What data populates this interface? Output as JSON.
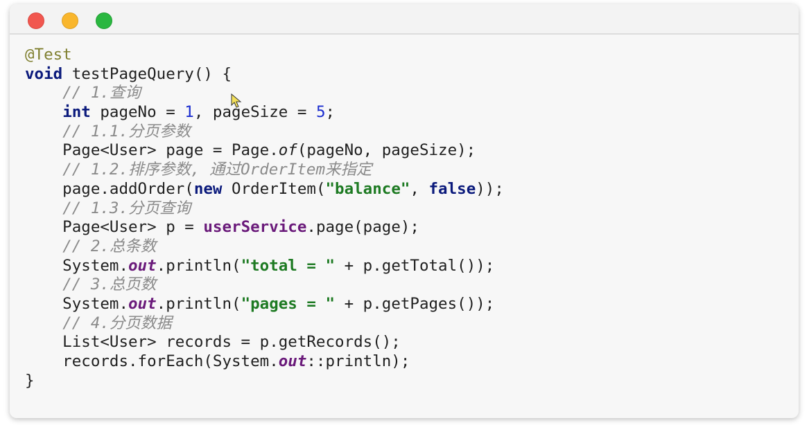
{
  "window": {
    "controls": [
      "close",
      "minimize",
      "maximize"
    ]
  },
  "colors": {
    "keyword": "#0b1a7c",
    "string": "#1d7a22",
    "comment": "#8a8a8a",
    "number": "#1a2ccf",
    "annotation": "#808030",
    "field": "#6a1a7a"
  },
  "code": {
    "lines": [
      [
        {
          "t": "@Test",
          "c": "ann"
        }
      ],
      [
        {
          "t": "void",
          "c": "kw"
        },
        {
          "t": " testPageQuery() {",
          "c": ""
        }
      ],
      [
        {
          "t": "    ",
          "c": ""
        },
        {
          "t": "// 1.查询",
          "c": "cm"
        }
      ],
      [
        {
          "t": "    ",
          "c": ""
        },
        {
          "t": "int",
          "c": "kw"
        },
        {
          "t": " pageNo = ",
          "c": ""
        },
        {
          "t": "1",
          "c": "num"
        },
        {
          "t": ", pageSize = ",
          "c": ""
        },
        {
          "t": "5",
          "c": "num"
        },
        {
          "t": ";",
          "c": ""
        }
      ],
      [
        {
          "t": "    ",
          "c": ""
        },
        {
          "t": "// 1.1.分页参数",
          "c": "cm"
        }
      ],
      [
        {
          "t": "    Page<User> page = Page.",
          "c": ""
        },
        {
          "t": "of",
          "c": "it"
        },
        {
          "t": "(pageNo, pageSize);",
          "c": ""
        }
      ],
      [
        {
          "t": "    ",
          "c": ""
        },
        {
          "t": "// 1.2.排序参数, 通过OrderItem来指定",
          "c": "cm"
        }
      ],
      [
        {
          "t": "    page.addOrder(",
          "c": ""
        },
        {
          "t": "new",
          "c": "kw"
        },
        {
          "t": " OrderItem(",
          "c": ""
        },
        {
          "t": "\"balance\"",
          "c": "str"
        },
        {
          "t": ", ",
          "c": ""
        },
        {
          "t": "false",
          "c": "kw"
        },
        {
          "t": "));",
          "c": ""
        }
      ],
      [
        {
          "t": "    ",
          "c": ""
        },
        {
          "t": "// 1.3.分页查询",
          "c": "cm"
        }
      ],
      [
        {
          "t": "    Page<User> p = ",
          "c": ""
        },
        {
          "t": "userService",
          "c": "field"
        },
        {
          "t": ".page(page);",
          "c": ""
        }
      ],
      [
        {
          "t": "    ",
          "c": ""
        },
        {
          "t": "// 2.总条数",
          "c": "cm"
        }
      ],
      [
        {
          "t": "    System.",
          "c": ""
        },
        {
          "t": "out",
          "c": "static"
        },
        {
          "t": ".println(",
          "c": ""
        },
        {
          "t": "\"total = \"",
          "c": "str"
        },
        {
          "t": " + p.getTotal());",
          "c": ""
        }
      ],
      [
        {
          "t": "    ",
          "c": ""
        },
        {
          "t": "// 3.总页数",
          "c": "cm"
        }
      ],
      [
        {
          "t": "    System.",
          "c": ""
        },
        {
          "t": "out",
          "c": "static"
        },
        {
          "t": ".println(",
          "c": ""
        },
        {
          "t": "\"pages = \"",
          "c": "str"
        },
        {
          "t": " + p.getPages());",
          "c": ""
        }
      ],
      [
        {
          "t": "    ",
          "c": ""
        },
        {
          "t": "// 4.分页数据",
          "c": "cm"
        }
      ],
      [
        {
          "t": "    List<User> records = p.getRecords();",
          "c": ""
        }
      ],
      [
        {
          "t": "    records.forEach(System.",
          "c": ""
        },
        {
          "t": "out",
          "c": "static"
        },
        {
          "t": "::println);",
          "c": ""
        }
      ],
      [
        {
          "t": "}",
          "c": ""
        }
      ]
    ]
  }
}
